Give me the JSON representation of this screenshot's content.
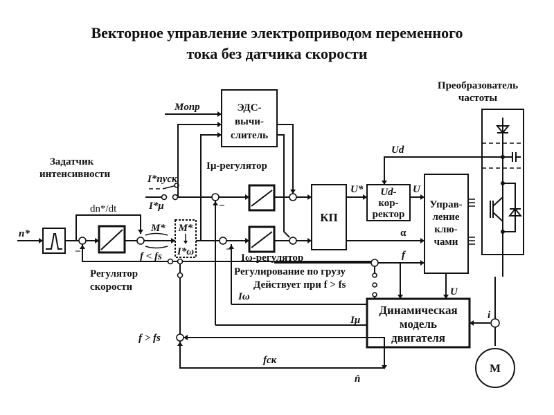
{
  "title": {
    "line1": "Векторное управление электроприводом переменного",
    "line2": "тока без датчика скорости"
  },
  "blocks": {
    "emf_calc": [
      "ЭДС-",
      "вычи-",
      "слитель"
    ],
    "kp": "КП",
    "ud_corrector": [
      "Ud-",
      "кор-",
      "ректор"
    ],
    "key_control": [
      "Управ-",
      "ление",
      "клю-",
      "чами"
    ],
    "dyn_model": [
      "Динамическая",
      "модель",
      "двигателя"
    ],
    "motor": "M",
    "m_to_iw": [
      "M*",
      "I*ω"
    ]
  },
  "labels": {
    "intensity_setter": [
      "Задатчик",
      "интенсивности"
    ],
    "speed_regulator": [
      "Регулятор",
      "скорости"
    ],
    "freq_converter": [
      "Преобразователь",
      "частоты"
    ],
    "imu_regulator": "Iμ-регулятор",
    "iw_regulator": "Iω-регулятор",
    "load_regulation": "Регулирование по грузу",
    "acts_when": "Действует при f > fs",
    "n_star": "n*",
    "dn_dt": "dn*/dt",
    "m_star": "M*",
    "f_lt_fs": "f < fs",
    "f_gt_fs": "f > fs",
    "i_start": "I*пуск",
    "i_mu_star": "I*μ",
    "m_load": "Mопр",
    "u_star": "U*",
    "u": "U",
    "u_d": "Ud",
    "alpha": "α",
    "f": "f",
    "u_model": "U",
    "i": "i",
    "i_w": "Iω",
    "i_mu": "Iμ",
    "f_sk": "fск",
    "n_hat": "n̂",
    "minus": "−"
  }
}
